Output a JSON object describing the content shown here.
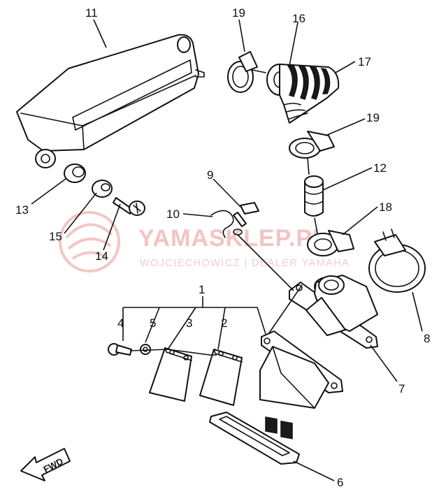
{
  "watermark": {
    "brand": "YAMASKLEP.PL",
    "subtitle": "WOJCIECHOWICZ | DEALER YAMAHA"
  },
  "direction_arrow": "FWD",
  "callouts": [
    {
      "id": "c1",
      "label": "1"
    },
    {
      "id": "c2",
      "label": "2"
    },
    {
      "id": "c3",
      "label": "3"
    },
    {
      "id": "c4",
      "label": "4"
    },
    {
      "id": "c5",
      "label": "5"
    },
    {
      "id": "c6",
      "label": "6"
    },
    {
      "id": "c7",
      "label": "7"
    },
    {
      "id": "c8",
      "label": "8"
    },
    {
      "id": "c9",
      "label": "9"
    },
    {
      "id": "c10",
      "label": "10"
    },
    {
      "id": "c11",
      "label": "11"
    },
    {
      "id": "c12",
      "label": "12"
    },
    {
      "id": "c13",
      "label": "13"
    },
    {
      "id": "c14",
      "label": "14"
    },
    {
      "id": "c15",
      "label": "15"
    },
    {
      "id": "c16",
      "label": "16"
    },
    {
      "id": "c17",
      "label": "17"
    },
    {
      "id": "c18",
      "label": "18"
    },
    {
      "id": "c19a",
      "label": "19"
    },
    {
      "id": "c19b",
      "label": "19"
    }
  ]
}
